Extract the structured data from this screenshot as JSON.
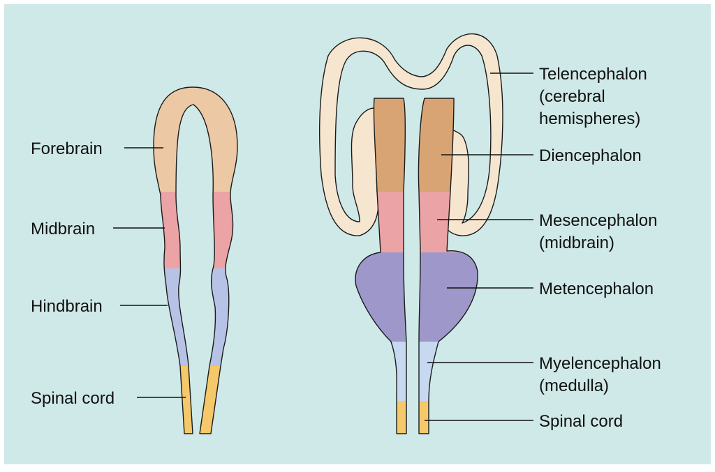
{
  "colors": {
    "background": "#cfe9e8",
    "forebrain": "#ecc8a4",
    "midbrain": "#eba3a5",
    "hindbrain": "#b7c3e6",
    "spinal_cord": "#f5c86a",
    "telencephalon": "#f7e6cf",
    "diencephalon": "#d9a474",
    "mesencephalon": "#eba3a5",
    "metencephalon": "#9e97c9",
    "myelencephalon": "#c7d8f1"
  },
  "left_labels": {
    "forebrain": "Forebrain",
    "midbrain": "Midbrain",
    "hindbrain": "Hindbrain",
    "spinal_cord": "Spinal cord"
  },
  "right_labels": {
    "telencephalon": [
      "Telencephalon",
      "(cerebral",
      "hemispheres)"
    ],
    "diencephalon": [
      "Diencephalon"
    ],
    "mesencephalon": [
      "Mesencephalon",
      "(midbrain)"
    ],
    "metencephalon": [
      "Metencephalon"
    ],
    "myelencephalon": [
      "Myelencephalon",
      "(medulla)"
    ],
    "spinal_cord": [
      "Spinal cord"
    ]
  }
}
